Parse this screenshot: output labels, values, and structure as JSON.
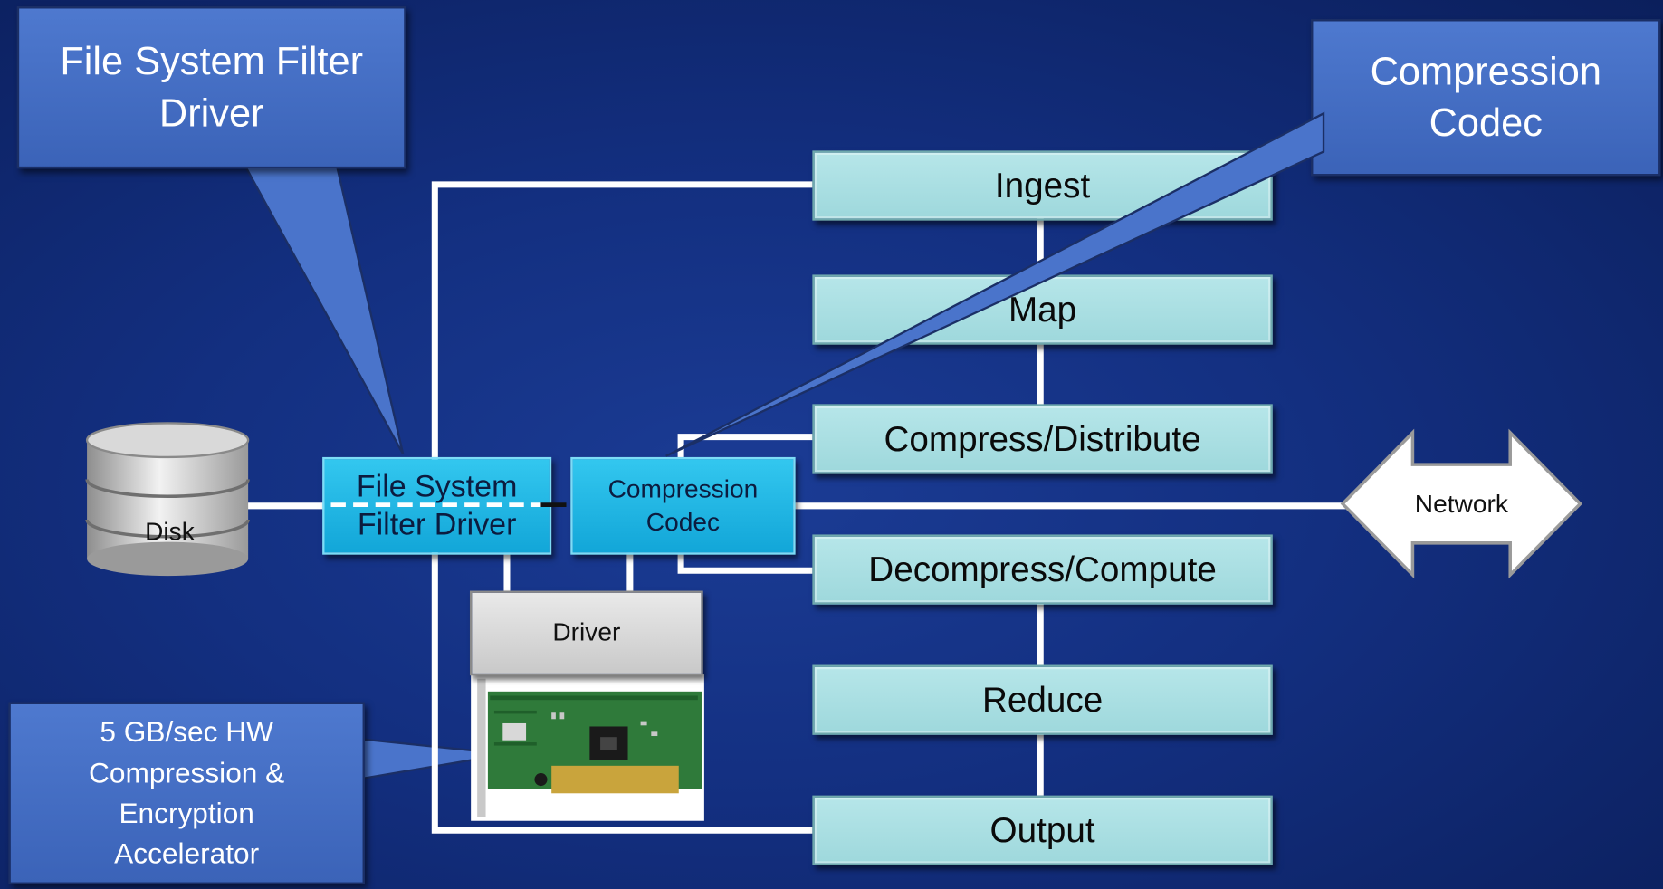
{
  "callouts": {
    "fs_filter": "File System Filter\nDriver",
    "codec": "Compression\nCodec",
    "hw": "5 GB/sec HW\nCompression &\nEncryption\nAccelerator"
  },
  "stages": {
    "ingest": "Ingest",
    "map": "Map",
    "compress_distribute": "Compress/Distribute",
    "decompress_compute": "Decompress/Compute",
    "reduce": "Reduce",
    "output": "Output"
  },
  "components": {
    "disk": "Disk",
    "fs_filter_driver": "File System\nFilter Driver",
    "compression_codec": "Compression\nCodec",
    "driver": "Driver",
    "network": "Network"
  },
  "colors": {
    "background": "#132f80",
    "stage_fill": "#a8dde1",
    "module_fill": "#22b5e5",
    "callout_fill": "#4770c6",
    "wire": "#ffffff"
  }
}
